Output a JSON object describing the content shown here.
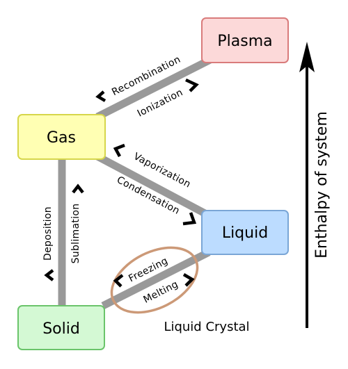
{
  "states": {
    "plasma": {
      "label": "Plasma",
      "fill": "#fcd9d9",
      "stroke": "#d97b7b"
    },
    "gas": {
      "label": "Gas",
      "fill": "#ffffb3",
      "stroke": "#d6d64a"
    },
    "liquid": {
      "label": "Liquid",
      "fill": "#bcdcff",
      "stroke": "#7aa6d6"
    },
    "solid": {
      "label": "Solid",
      "fill": "#d4f9d4",
      "stroke": "#6ac46a"
    }
  },
  "transitions": {
    "recombination": "Recombination",
    "ionization": "Ionization",
    "vaporization": "Vaporization",
    "condensation": "Condensation",
    "deposition": "Deposition",
    "sublimation": "Sublimation",
    "freezing": "Freezing",
    "melting": "Melting"
  },
  "annotations": {
    "liquid_crystal": "Liquid Crystal",
    "liquid_crystal_ring_color": "#cc9977"
  },
  "axis": {
    "label": "Enthalpy of system"
  },
  "colors": {
    "connector": "#999999",
    "chevron": "#000000"
  }
}
